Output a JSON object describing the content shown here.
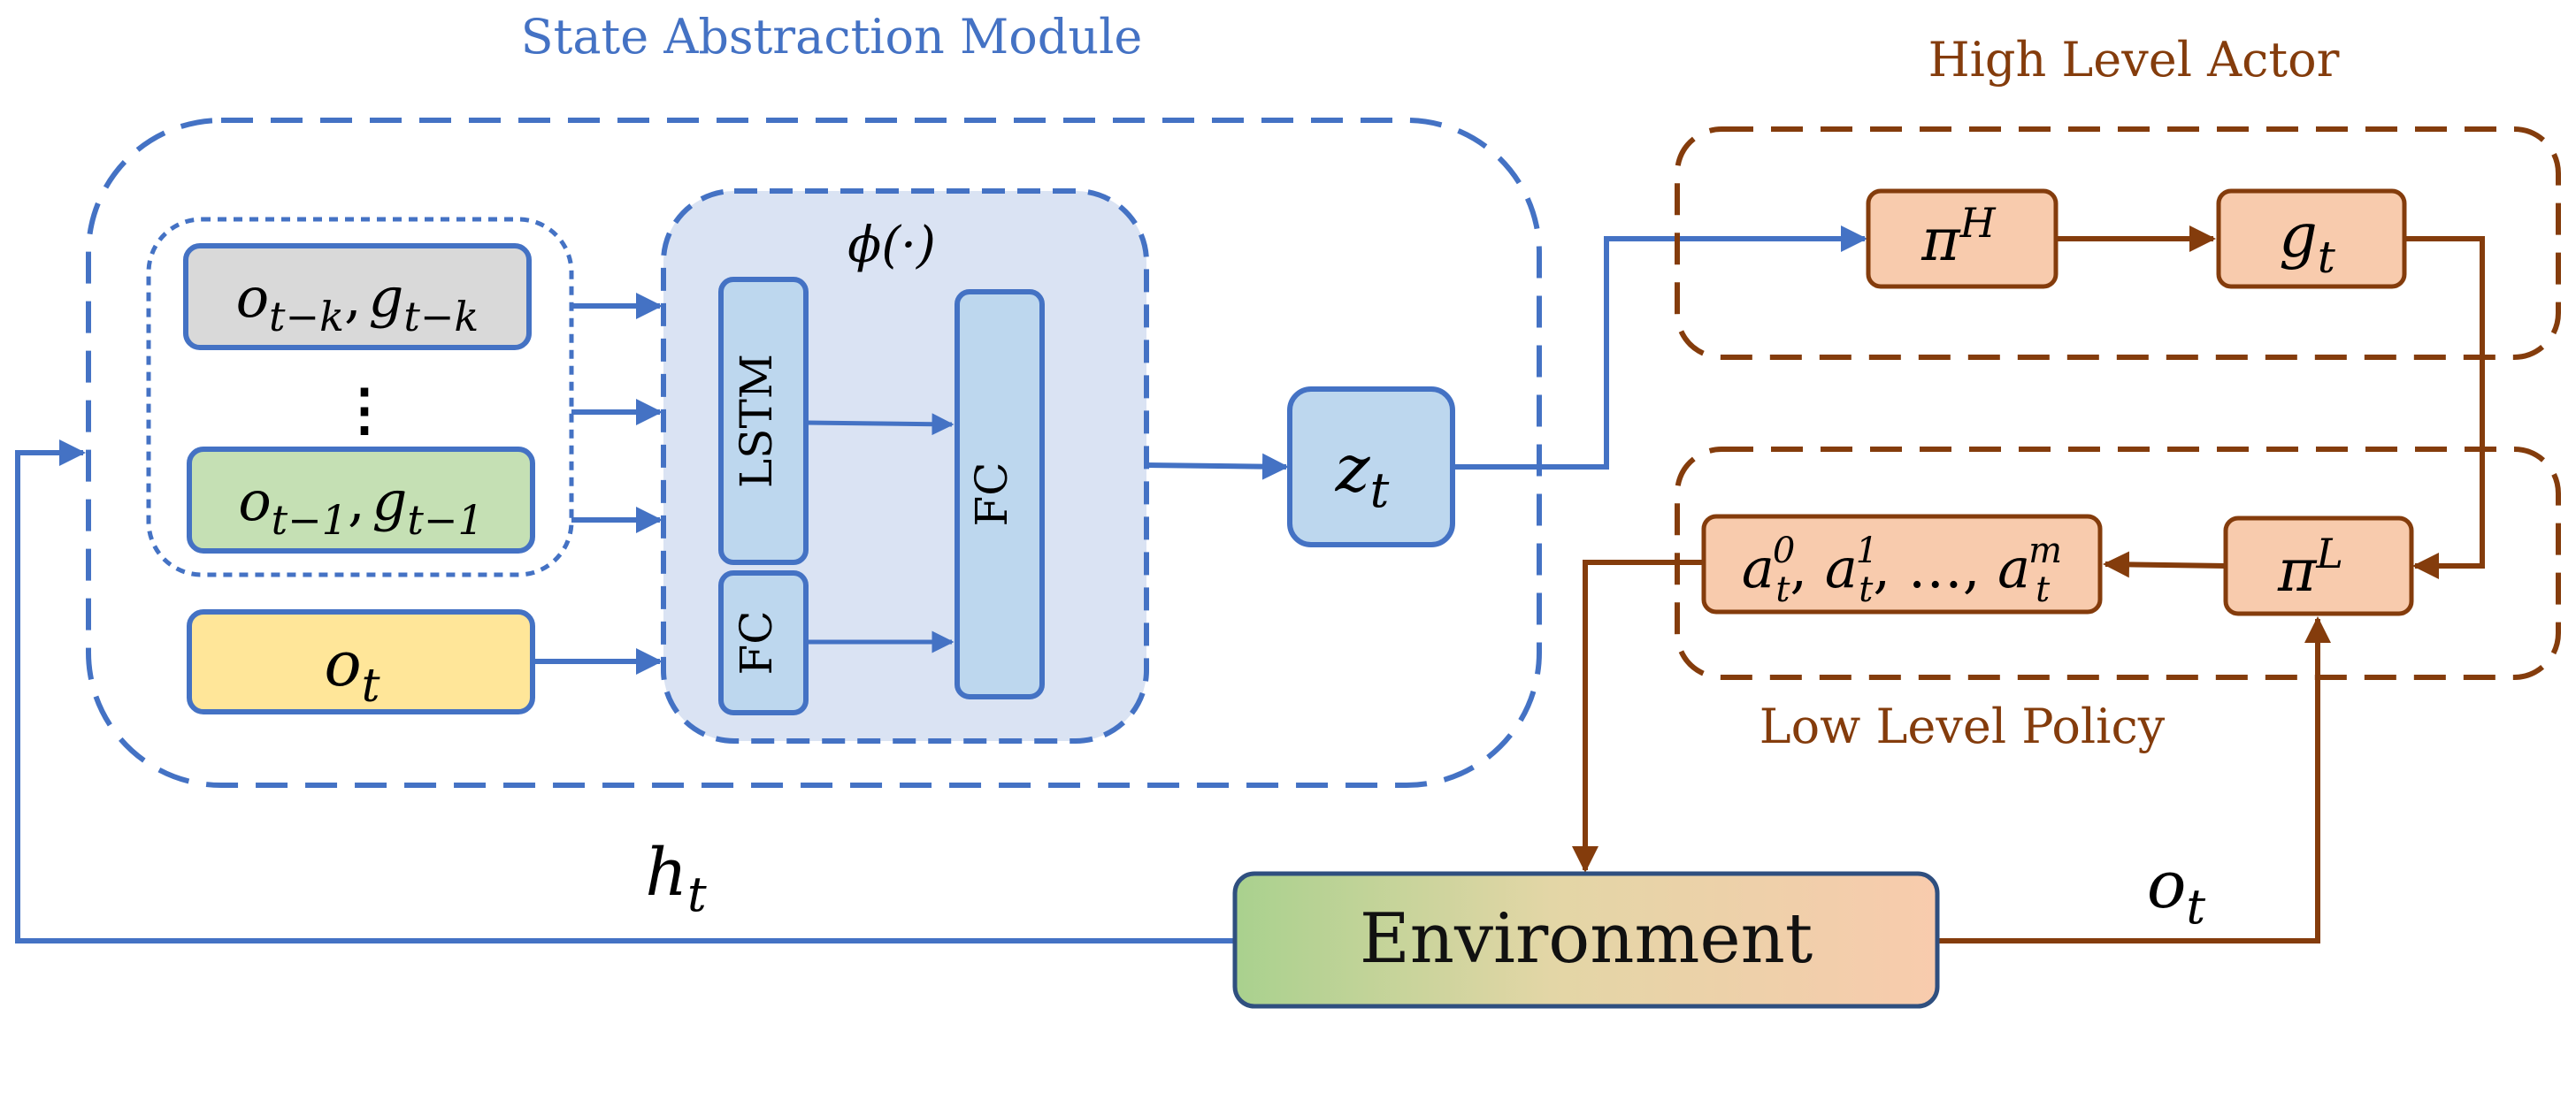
{
  "colors": {
    "blue": "#4472c4",
    "brown": "#843c0c",
    "gray_fill": "#d9d9d9",
    "green_fill": "#c5e0b4",
    "yellow_fill": "#ffe699",
    "phi_fill": "#dae3f3",
    "lstm_fill": "#bdd7ee",
    "z_fill": "#bdd7ee",
    "orange_fill": "#f8cbad",
    "env_green": "#a9d18e",
    "env_orange": "#f8cbad"
  },
  "labels": {
    "state_abstraction": "State Abstraction Module",
    "high_level_actor": "High Level Actor",
    "low_level_policy": "Low Level Policy",
    "phi": "ϕ(·)",
    "lstm": "LSTM",
    "fc_small": "FC",
    "fc_big": "FC",
    "environment": "Environment",
    "ellipsis_vertical": "⋮"
  },
  "math": {
    "obs_k": {
      "base1": "o",
      "sub1": "t−k",
      "sep": ",",
      "base2": "g",
      "sub2": "t−k"
    },
    "obs_1": {
      "base1": "o",
      "sub1": "t−1",
      "sep": ",",
      "base2": "g",
      "sub2": "t−1"
    },
    "obs_t": {
      "base": "o",
      "sub": "t"
    },
    "z": {
      "base": "z",
      "sub": "t"
    },
    "pi_h": {
      "base": "π",
      "sup": "H"
    },
    "g": {
      "base": "g",
      "sub": "t"
    },
    "pi_l": {
      "base": "π",
      "sup": "L"
    },
    "actions": {
      "a": "a",
      "sub": "t",
      "sup0": "0",
      "sup1": "1",
      "supm": "m",
      "dots": "…"
    },
    "h": {
      "base": "h",
      "sub": "t"
    },
    "o_env": {
      "base": "o",
      "sub": "t"
    }
  }
}
